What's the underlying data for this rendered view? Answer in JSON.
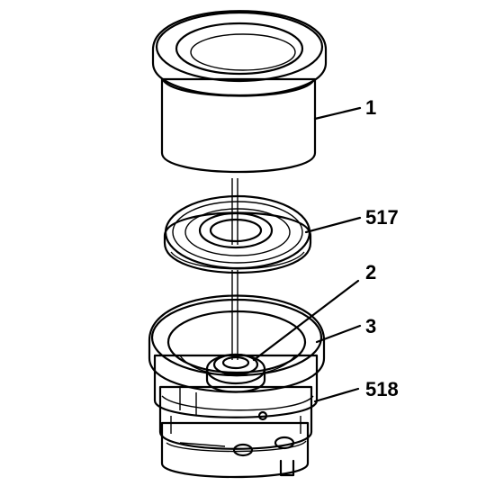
{
  "diagram": {
    "callouts": [
      {
        "id": "cap",
        "label": "1"
      },
      {
        "id": "seal",
        "label": "517"
      },
      {
        "id": "spring",
        "label": "2"
      },
      {
        "id": "ring",
        "label": "3"
      },
      {
        "id": "housing",
        "label": "518"
      }
    ]
  }
}
